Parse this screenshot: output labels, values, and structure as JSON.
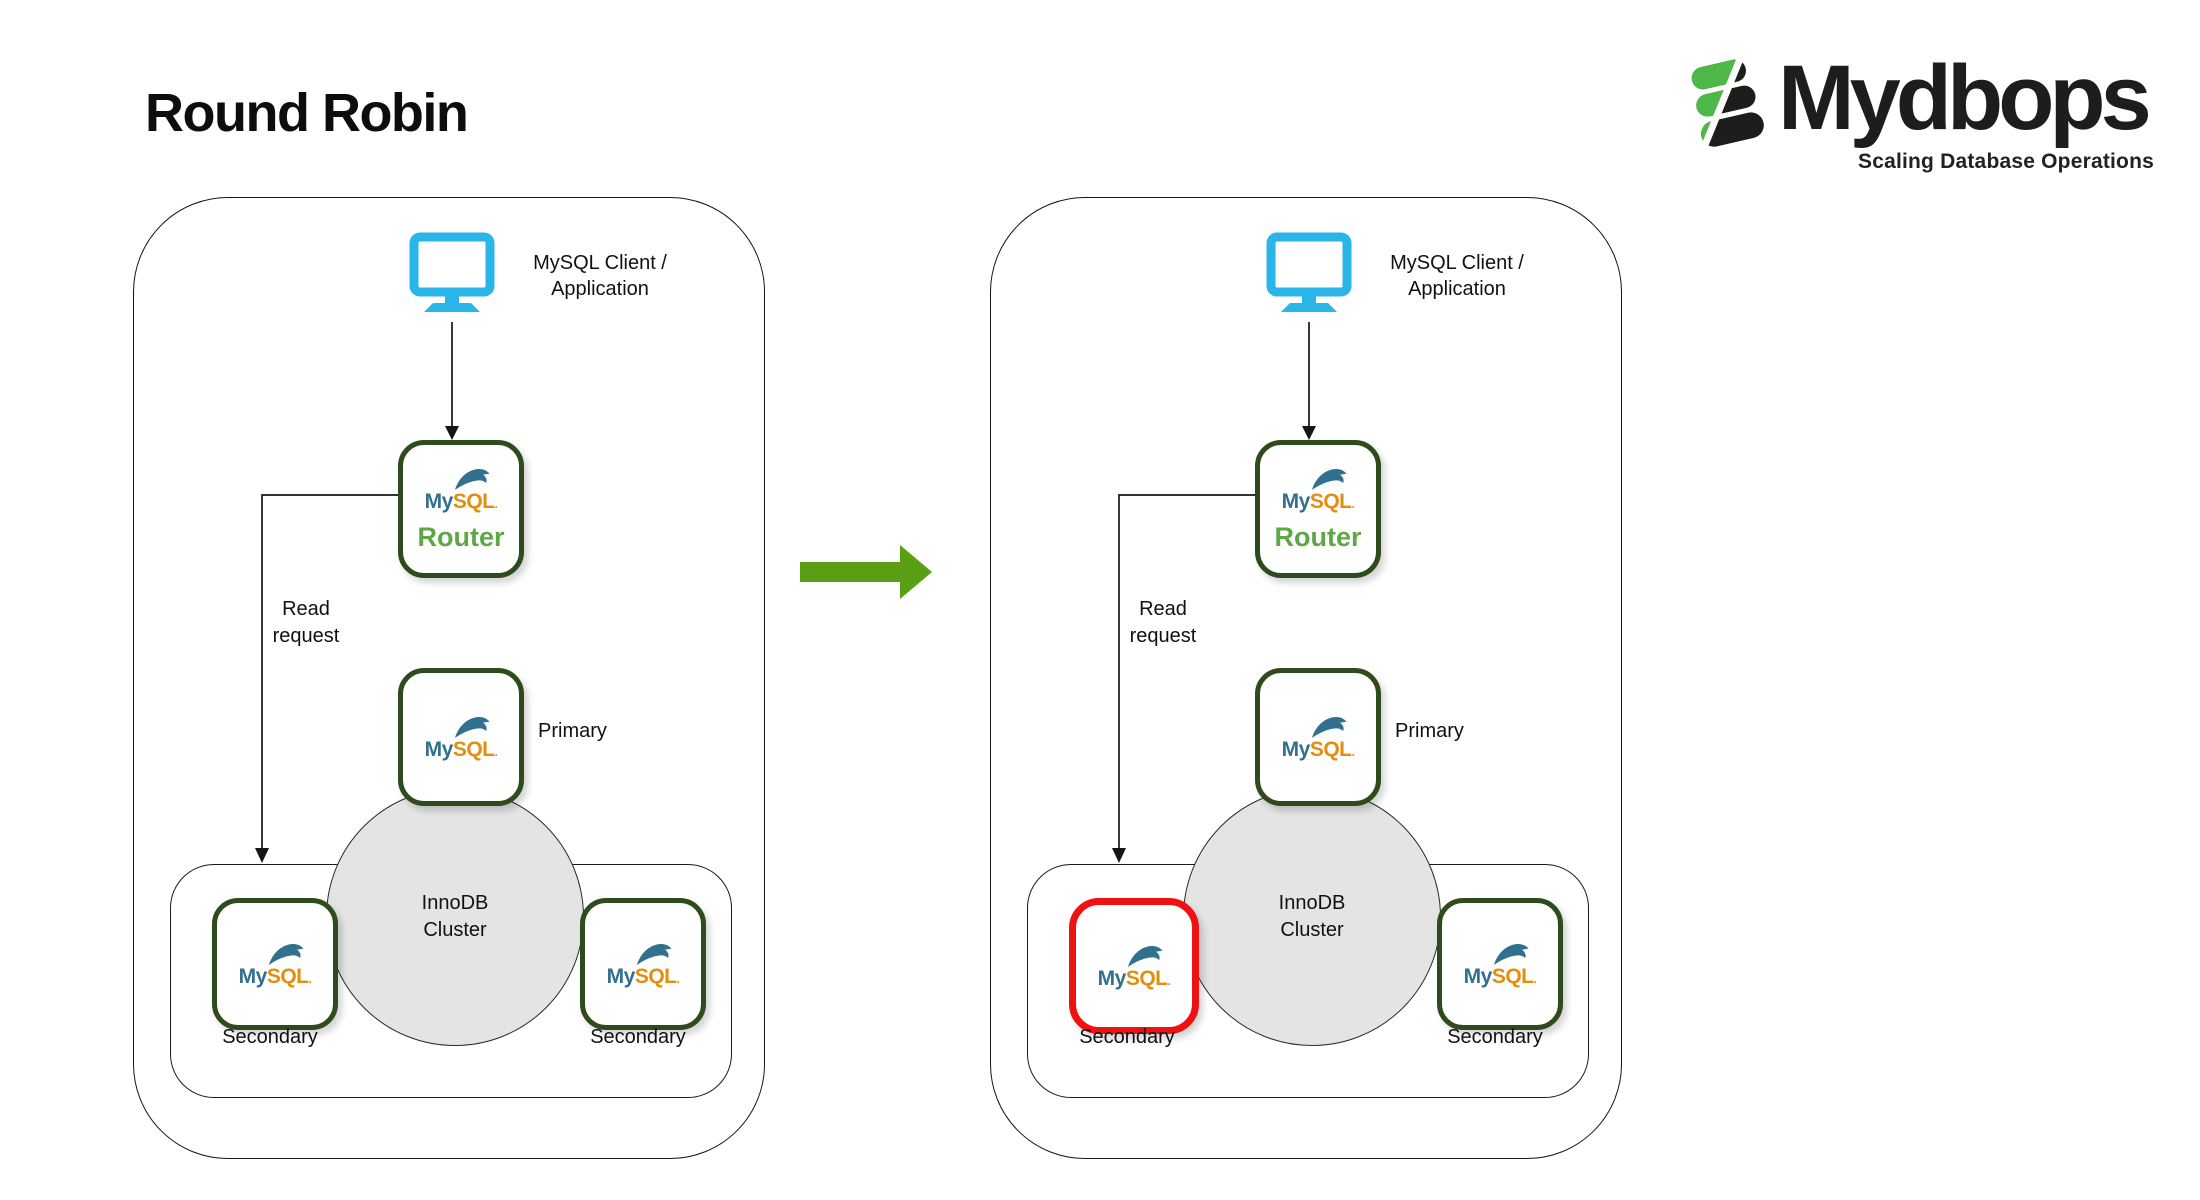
{
  "title": "Round Robin",
  "brand": {
    "name": "Mydbops",
    "tagline": "Scaling Database Operations",
    "green": "#4db848",
    "black": "#1d1d1b"
  },
  "mysql": {
    "my": "My",
    "sql": "SQL",
    "mark": "."
  },
  "colors": {
    "node_border_green": "#2e4b1c",
    "highlight_red": "#ee1212",
    "router_text_green": "#5ea746",
    "flow_arrow_green": "#5a9e14",
    "monitor_cyan": "#29b5e8",
    "cluster_circle_fill": "#e4e4e4",
    "line_black": "#151515"
  },
  "panels": [
    {
      "client_line1": "MySQL Client /",
      "client_line2": "Application",
      "router_label": "Router",
      "read_line1": "Read",
      "read_line2": "request",
      "primary_label": "Primary",
      "cluster_line1": "InnoDB",
      "cluster_line2": "Cluster",
      "secondary_left_label": "Secondary",
      "secondary_right_label": "Secondary",
      "secondary_left_highlighted": false
    },
    {
      "client_line1": "MySQL Client /",
      "client_line2": "Application",
      "router_label": "Router",
      "read_line1": "Read",
      "read_line2": "request",
      "primary_label": "Primary",
      "cluster_line1": "InnoDB",
      "cluster_line2": "Cluster",
      "secondary_left_label": "Secondary",
      "secondary_right_label": "Secondary",
      "secondary_left_highlighted": true
    }
  ]
}
